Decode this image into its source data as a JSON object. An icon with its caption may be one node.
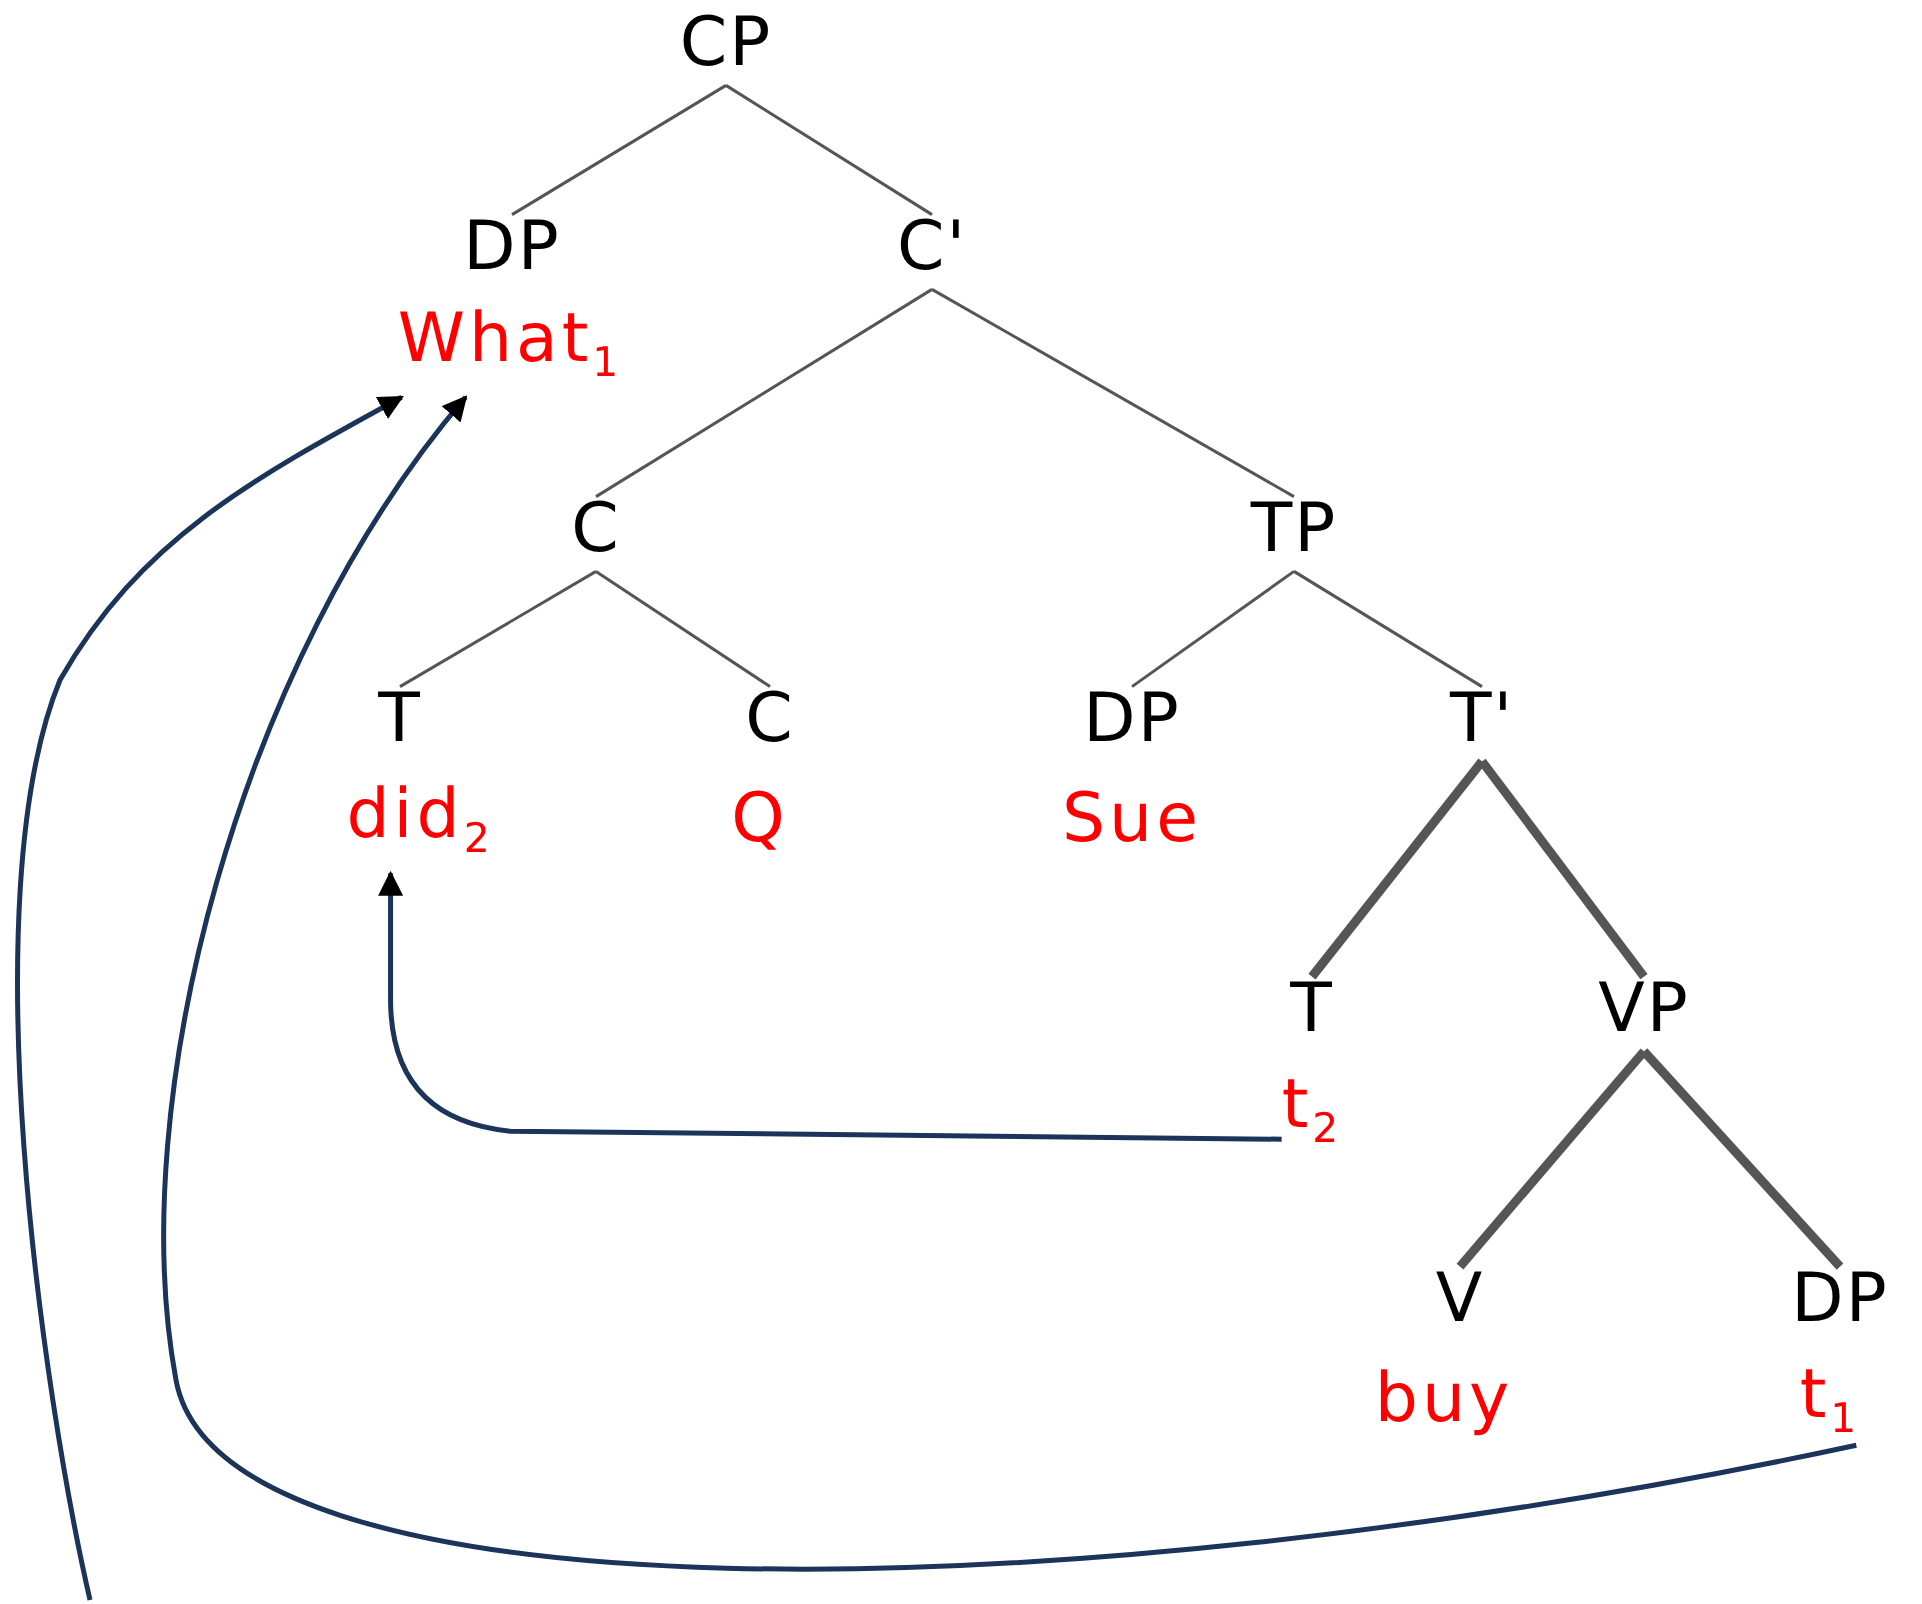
{
  "diagram": {
    "nodes": [
      {
        "text": [
          "CP"
        ]
      },
      {
        "text": [
          "DP"
        ]
      },
      {
        "text": [
          "What$_{1}$"
        ]
      },
      {
        "text": [
          "C'"
        ]
      },
      {
        "text": [
          "C"
        ]
      },
      {
        "text": [
          "TP"
        ]
      },
      {
        "text": [
          "T"
        ]
      },
      {
        "text": [
          "did$_{2}$"
        ]
      },
      {
        "text": [
          "C"
        ]
      },
      {
        "text": [
          "Q"
        ]
      },
      {
        "text": [
          "DP"
        ]
      },
      {
        "text": [
          "Sue"
        ]
      },
      {
        "text": [
          "T'"
        ]
      },
      {
        "text": [
          "T"
        ]
      },
      {
        "text": [
          "t$_{2}$"
        ]
      },
      {
        "text": [
          "VP"
        ]
      },
      {
        "text": [
          "V"
        ]
      },
      {
        "text": [
          "buy"
        ]
      },
      {
        "text": [
          "DP"
        ]
      },
      {
        "text": [
          "t$_{1}$"
        ]
      }
    ],
    "edges": [
      {
        "from": 0,
        "to": 1,
        "arrow": "none"
      },
      {
        "from": 0,
        "to": 3,
        "arrow": "none"
      },
      {
        "from": 3,
        "to": 4,
        "arrow": "none"
      },
      {
        "from": 3,
        "to": 5,
        "arrow": "none"
      },
      {
        "from": 4,
        "to": 6,
        "arrow": "none"
      },
      {
        "from": 4,
        "to": 8,
        "arrow": "none"
      },
      {
        "from": 5,
        "to": 10,
        "arrow": "none"
      },
      {
        "from": 5,
        "to": 12,
        "arrow": "none"
      },
      {
        "from": 12,
        "to": 13,
        "arrow": "none",
        "style": "thick"
      },
      {
        "from": 12,
        "to": 15,
        "arrow": "none",
        "style": "thick"
      },
      {
        "from": 15,
        "to": 16,
        "arrow": "none",
        "style": "thick"
      },
      {
        "from": 15,
        "to": 18,
        "arrow": "none",
        "style": "thick"
      },
      {
        "from": 14,
        "to": 7,
        "arrow": "to",
        "color": "#1c3459"
      },
      {
        "from": 19,
        "to": 2,
        "arrow": "to",
        "color": "#1c3459"
      },
      {
        "from": null,
        "to": 2,
        "arrow": "to",
        "color": "#1c3459"
      }
    ]
  }
}
